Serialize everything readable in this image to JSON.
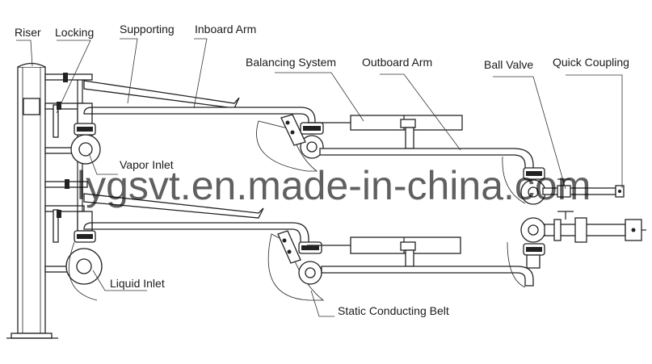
{
  "labels": {
    "riser": "Riser",
    "locking": "Locking",
    "supporting": "Supporting",
    "inboard_arm": "Inboard Arm",
    "balancing_system": "Balancing System",
    "outboard_arm": "Outboard Arm",
    "ball_valve": "Ball Valve",
    "quick_coupling": "Quick Coupling",
    "vapor_inlet": "Vapor Inlet",
    "liquid_inlet": "Liquid Inlet",
    "static_conducting_belt": "Static Conducting Belt"
  },
  "watermark": "lygsvt.en.made-in-china.com",
  "colors": {
    "line": "#222222",
    "background": "#ffffff",
    "watermark": "#000000"
  }
}
